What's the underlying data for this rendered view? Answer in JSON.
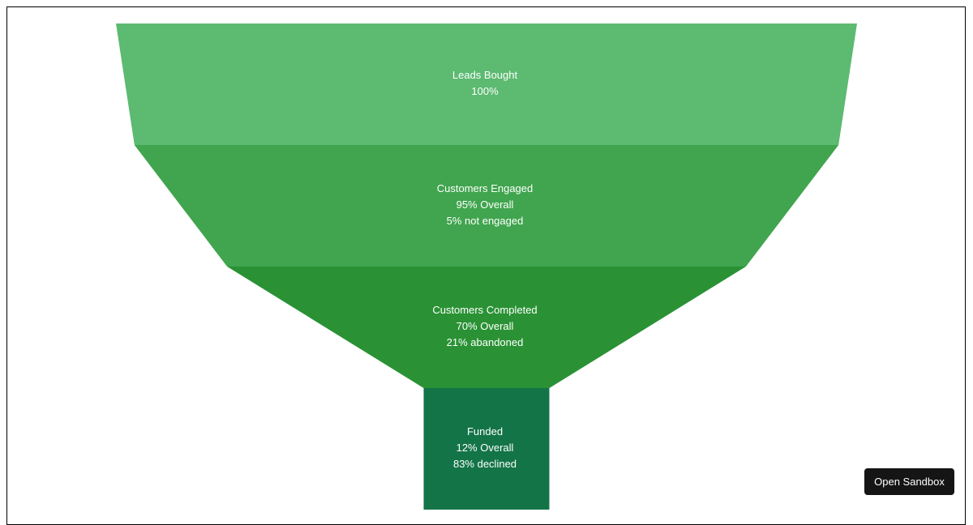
{
  "chart_data": {
    "type": "funnel",
    "stages": [
      {
        "name": "Leads Bought",
        "value": 100,
        "lines": [
          "Leads Bought",
          "100%"
        ],
        "color": "#5cba71"
      },
      {
        "name": "Customers Engaged",
        "value": 95,
        "lines": [
          "Customers Engaged",
          "95% Overall",
          "5% not engaged"
        ],
        "color": "#40a54e"
      },
      {
        "name": "Customers Completed",
        "value": 70,
        "lines": [
          "Customers Completed",
          "70% Overall",
          "21% abandoned"
        ],
        "color": "#2a9235"
      },
      {
        "name": "Funded",
        "value": 12,
        "lines": [
          "Funded",
          "12% Overall",
          "83% declined"
        ],
        "color": "#137447"
      }
    ]
  },
  "toolbar": {
    "sandbox_label": "Open Sandbox"
  }
}
